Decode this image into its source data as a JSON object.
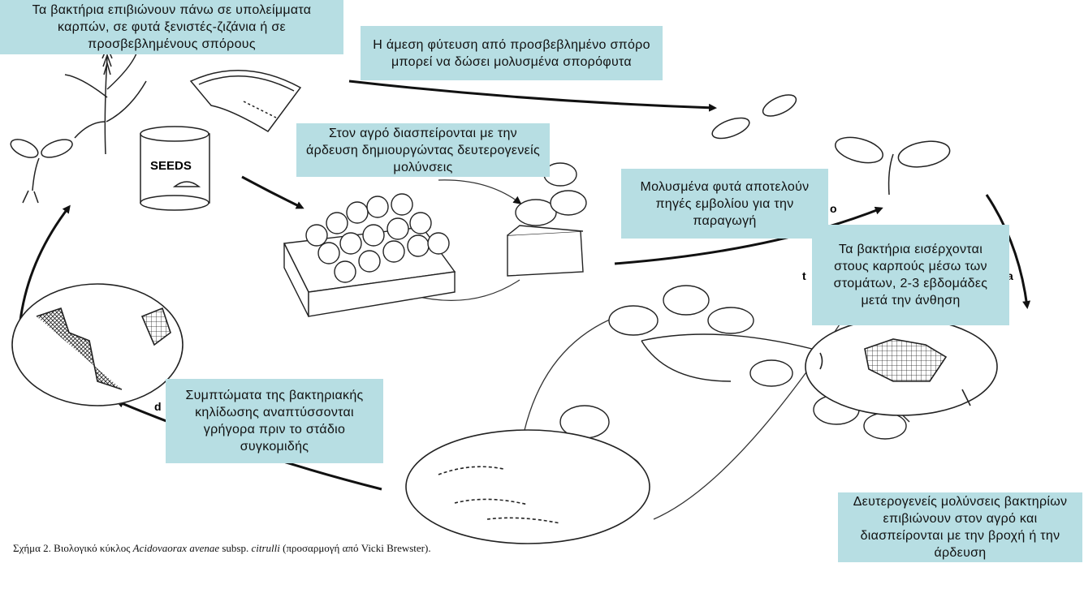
{
  "boxes": {
    "survival": "Τα βακτήρια επιβιώνουν πάνω σε υπολείμματα καρπών, σε φυτά ξενιστές-ζιζάνια ή σε προσβεβλημένους σπόρους",
    "direct_sowing": "Η άμεση φύτευση από προσβεβλημένο σπόρο μπορεί να δώσει μολυσμένα σπορόφυτα",
    "field_spread": "Στον αγρό διασπείρονται με την άρδευση δημιουργώντας δευτερογενείς μολύνσεις",
    "inoculum": "Μολυσμένα φυτά αποτελούν πηγές εμβολίου για την παραγωγή",
    "fruit_entry": "Τα βακτήρια εισέρχονται στους καρπούς μέσω των στομάτων, 2-3 εβδομάδες μετά την άνθηση",
    "symptoms": "Συμπτώματα της βακτηριακής κηλίδωσης αναπτύσσονται γρήγορα πριν το στάδιο συγκομιδής",
    "secondary": "Δευτερογενείς μολύνσεις βακτηρίων επιβιώνουν στον αγρό και διασπείρονται με την βροχή ή την άρδευση"
  },
  "illustration": {
    "can_label": "SEEDS",
    "stray_letter_1": "o",
    "stray_letter_2": "t",
    "stray_letter_3": "a",
    "stray_letter_4": "d"
  },
  "caption": {
    "prefix": "Σχήμα 2. Βιολογικό κύκλος ",
    "species": "Acidovaorax avenae",
    "middle": " subsp. ",
    "subspecies": "citrulli",
    "suffix": " (προσαρμογή από Vicki Brewster)."
  }
}
